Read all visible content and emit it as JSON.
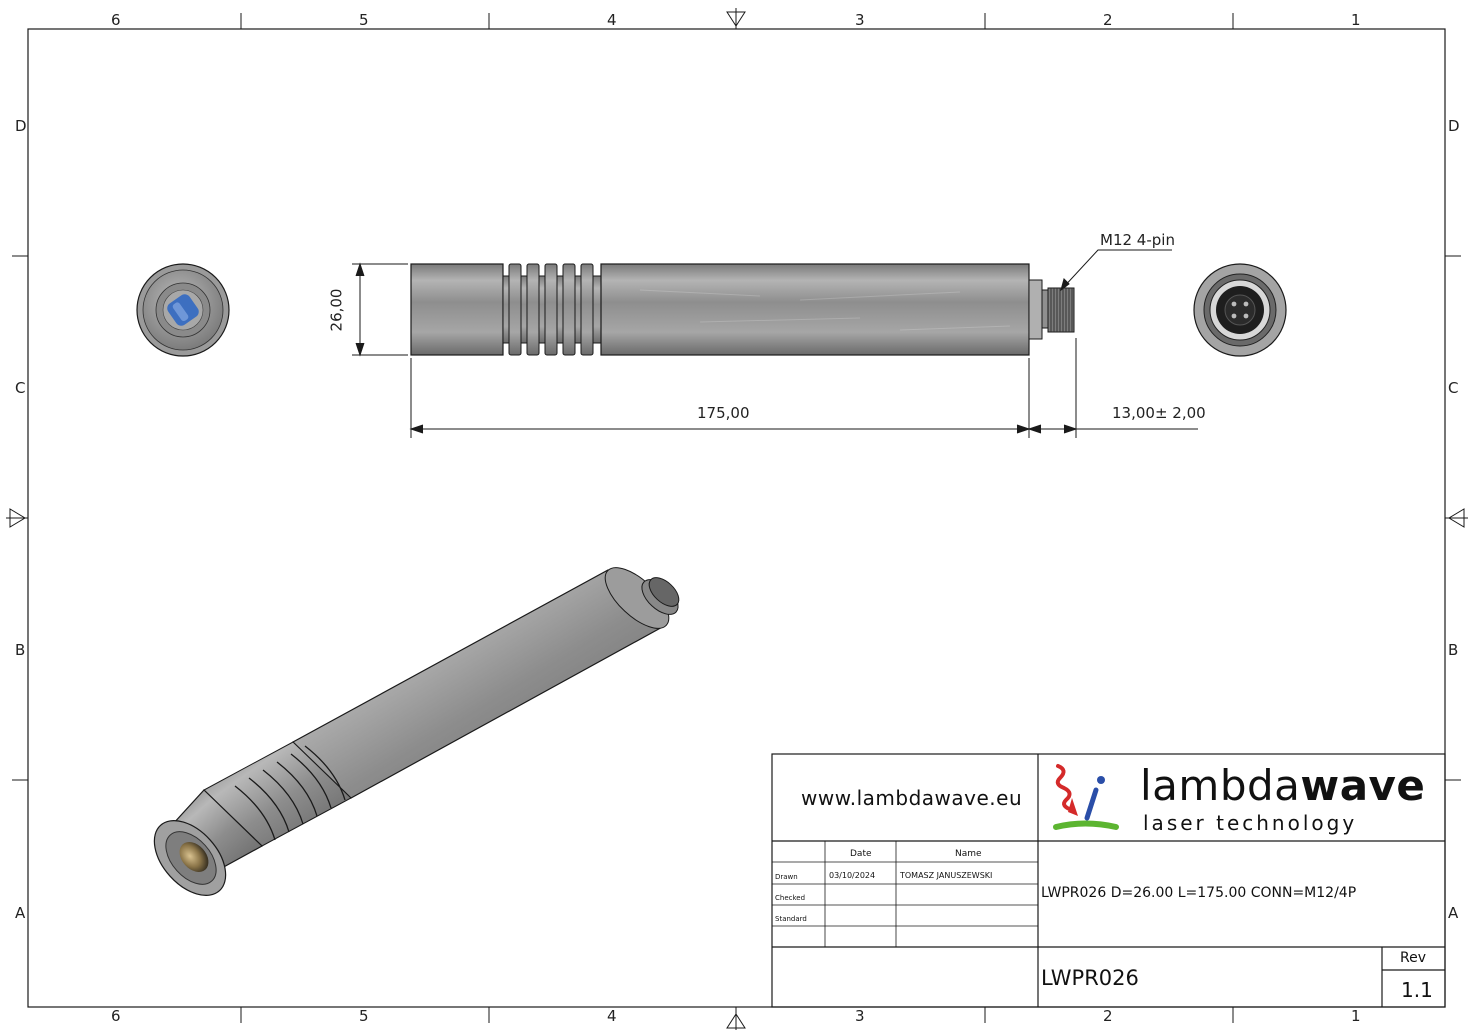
{
  "sheet": {
    "zones_top": [
      "6",
      "5",
      "4",
      "3",
      "2",
      "1"
    ],
    "zones_bottom": [
      "6",
      "5",
      "4",
      "3",
      "2",
      "1"
    ],
    "zones_left": [
      "D",
      "C",
      "B",
      "A"
    ],
    "zones_right": [
      "D",
      "C",
      "B",
      "A"
    ]
  },
  "drawing": {
    "dim_diameter": "26,00",
    "dim_length": "175,00",
    "dim_connector": "13,00± 2,00",
    "callout_connector": "M12 4-pin"
  },
  "title_block": {
    "website": "www.lambdawave.eu",
    "brand_light": "lambda",
    "brand_bold": "wave",
    "brand_tagline": "laser technology",
    "table_headers": {
      "date": "Date",
      "name": "Name"
    },
    "rows": [
      {
        "label": "Drawn",
        "date": "03/10/2024",
        "name": "TOMASZ JANUSZEWSKI"
      },
      {
        "label": "Checked",
        "date": "",
        "name": ""
      },
      {
        "label": "Standard",
        "date": "",
        "name": ""
      }
    ],
    "description": "LWPR026 D=26.00 L=175.00 CONN=M12/4P",
    "drawing_number": "LWPR026",
    "rev_label": "Rev",
    "rev_value": "1.1"
  },
  "colors": {
    "line": "#1a1a1a",
    "metal_light": "#c4c4c4",
    "metal_dark": "#6e6e6e",
    "lens_blue": "#3d6fc0",
    "logo_red": "#d42a2a",
    "logo_green": "#5cb531",
    "logo_blue": "#2a4ea8"
  }
}
